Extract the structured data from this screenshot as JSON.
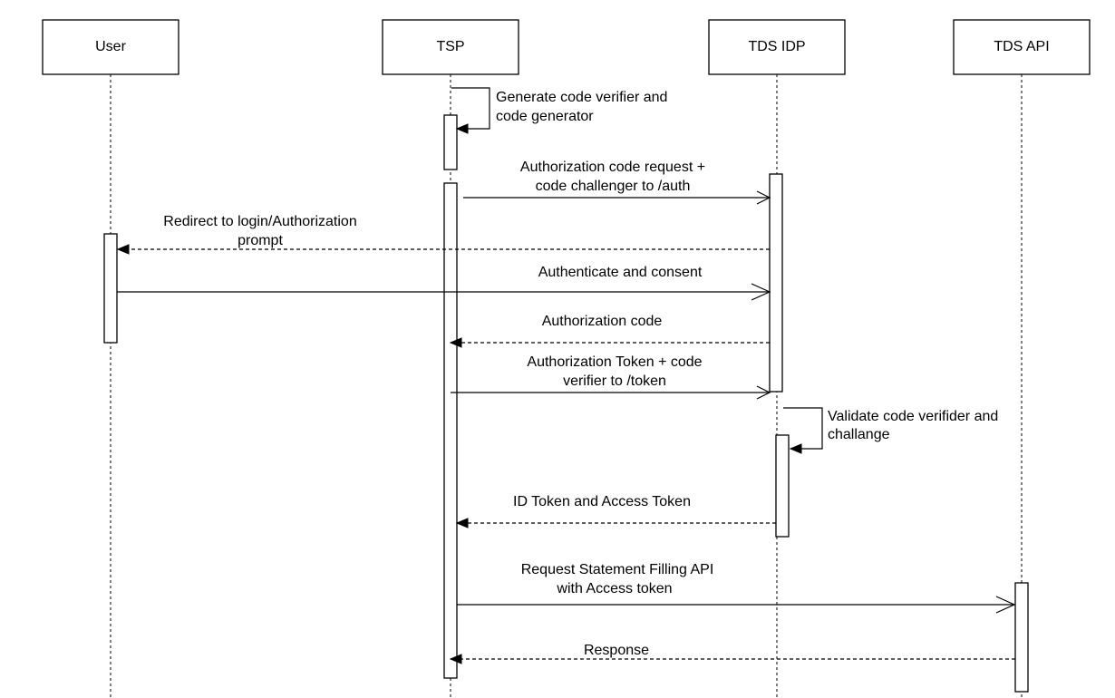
{
  "participants": [
    {
      "id": "user",
      "label": "User"
    },
    {
      "id": "tsp",
      "label": "TSP"
    },
    {
      "id": "idp",
      "label": "TDS IDP"
    },
    {
      "id": "api",
      "label": "TDS API"
    }
  ],
  "messages": [
    {
      "id": "self-tsp",
      "lines": [
        "Generate code verifier and",
        "code generator"
      ]
    },
    {
      "id": "auth-request",
      "lines": [
        "Authorization code request +",
        "code challenger to /auth"
      ]
    },
    {
      "id": "redirect",
      "lines": [
        "Redirect to login/Authorization",
        "prompt"
      ]
    },
    {
      "id": "authenticate",
      "lines": [
        "Authenticate and consent"
      ]
    },
    {
      "id": "auth-code",
      "lines": [
        "Authorization code"
      ]
    },
    {
      "id": "token-request",
      "lines": [
        "Authorization Token + code",
        "verifier to /token"
      ]
    },
    {
      "id": "self-idp",
      "lines": [
        "Validate code verifider and",
        "challange"
      ]
    },
    {
      "id": "id-token",
      "lines": [
        "ID Token and Access Token"
      ]
    },
    {
      "id": "api-request",
      "lines": [
        "Request Statement Filling API",
        "with Access token"
      ]
    },
    {
      "id": "response",
      "lines": [
        "Response"
      ]
    }
  ]
}
